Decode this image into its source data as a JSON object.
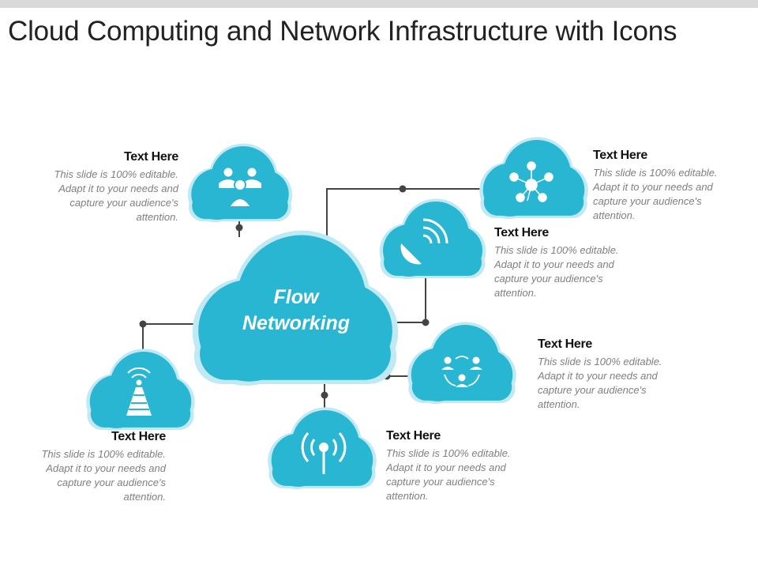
{
  "title": "Cloud Computing and Network Infrastructure with Icons",
  "center": {
    "line1": "Flow",
    "line2": "Networking"
  },
  "colors": {
    "cloud": "#29b6d3",
    "cloud_rim": "#bfe9f3",
    "line": "#444444",
    "dot": "#444444"
  },
  "blocks": [
    {
      "id": "top-left",
      "heading": "Text Here",
      "body": "This slide is 100% editable. Adapt it to your needs and capture your audience's attention.",
      "icon": "people-group-icon"
    },
    {
      "id": "top-right",
      "heading": "Text Here",
      "body": "This slide is 100% editable. Adapt it to your needs and capture your audience's attention.",
      "icon": "network-nodes-icon"
    },
    {
      "id": "mid-right",
      "heading": "Text Here",
      "body": "This slide is 100% editable. Adapt it to your needs and capture your audience's attention.",
      "icon": "satellite-dish-icon"
    },
    {
      "id": "lower-right",
      "heading": "Text Here",
      "body": "This slide is 100% editable. Adapt it to your needs and capture your audience's attention.",
      "icon": "people-cycle-icon"
    },
    {
      "id": "bottom-center",
      "heading": "Text Here",
      "body": "This slide is 100% editable. Adapt it to your needs and capture your audience's attention.",
      "icon": "antenna-signal-icon"
    },
    {
      "id": "bottom-left",
      "heading": "Text Here",
      "body": "This slide is 100% editable. Adapt it to your needs and capture your audience's attention.",
      "icon": "radio-tower-icon"
    }
  ]
}
